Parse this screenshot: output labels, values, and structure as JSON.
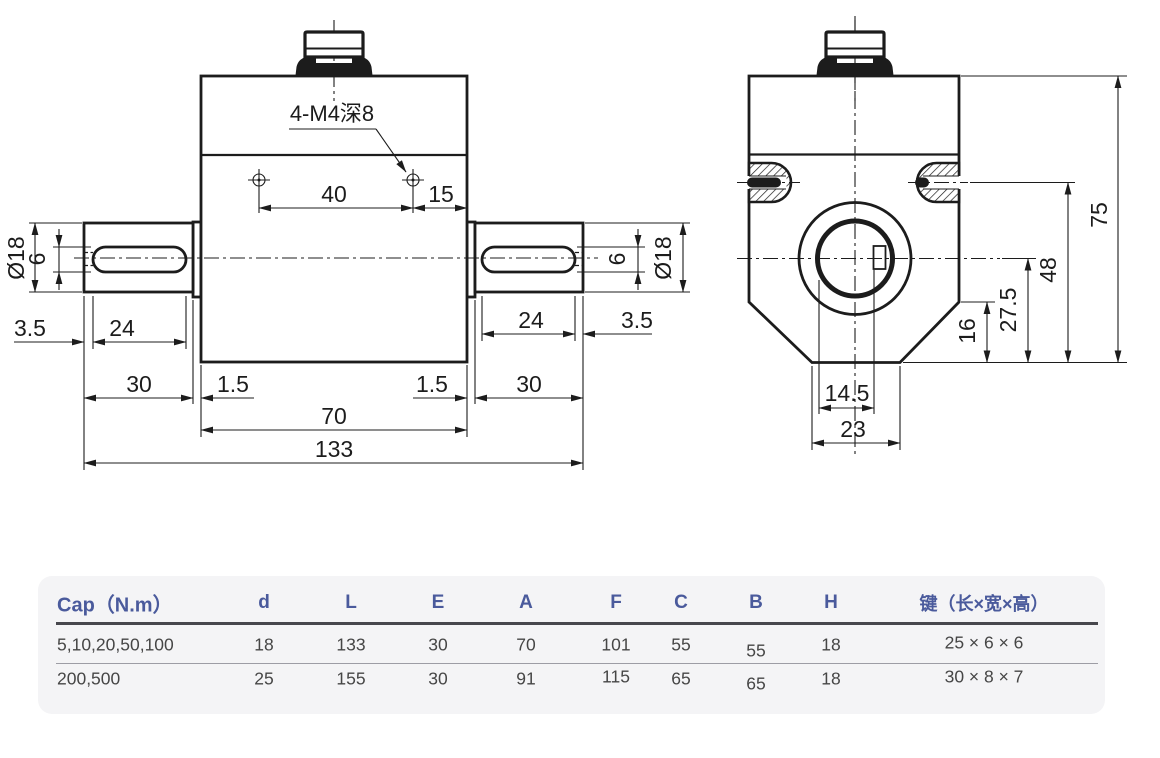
{
  "front": {
    "note": "4-M4深8",
    "dim40": "40",
    "dim15": "15",
    "dia_left": "Ø18",
    "key6_left": "6",
    "key6_right": "6",
    "dia_right": "Ø18",
    "c35_left": "3.5",
    "k24_left": "24",
    "k24_right": "24",
    "c35_right": "3.5",
    "s30_left": "30",
    "s15_left": "1.5",
    "s15_right": "1.5",
    "s30_right": "30",
    "body70": "70",
    "overall133": "133"
  },
  "side": {
    "h75": "75",
    "d48": "48",
    "d275": "27.5",
    "d16": "16",
    "d145": "14.5",
    "d23": "23"
  },
  "table": {
    "headers": [
      "Cap（N.m）",
      "d",
      "L",
      "E",
      "A",
      "F",
      "C",
      "B",
      "H",
      "键（长×宽×高）"
    ],
    "rows": [
      {
        "cells": [
          "5,10,20,50,100",
          "18",
          "133",
          "30",
          "70",
          "101",
          "55",
          "55",
          "18",
          "25 × 6 × 6"
        ]
      },
      {
        "cells": [
          "200,500",
          "25",
          "155",
          "30",
          "91",
          "115",
          "65",
          "65",
          "18",
          "30 × 8 × 7"
        ]
      }
    ]
  },
  "colors": {
    "line": "#1c1c1c",
    "header_blue": "#4a5a9c",
    "value_gray": "#464646",
    "table_bg": "#f4f4f6"
  }
}
